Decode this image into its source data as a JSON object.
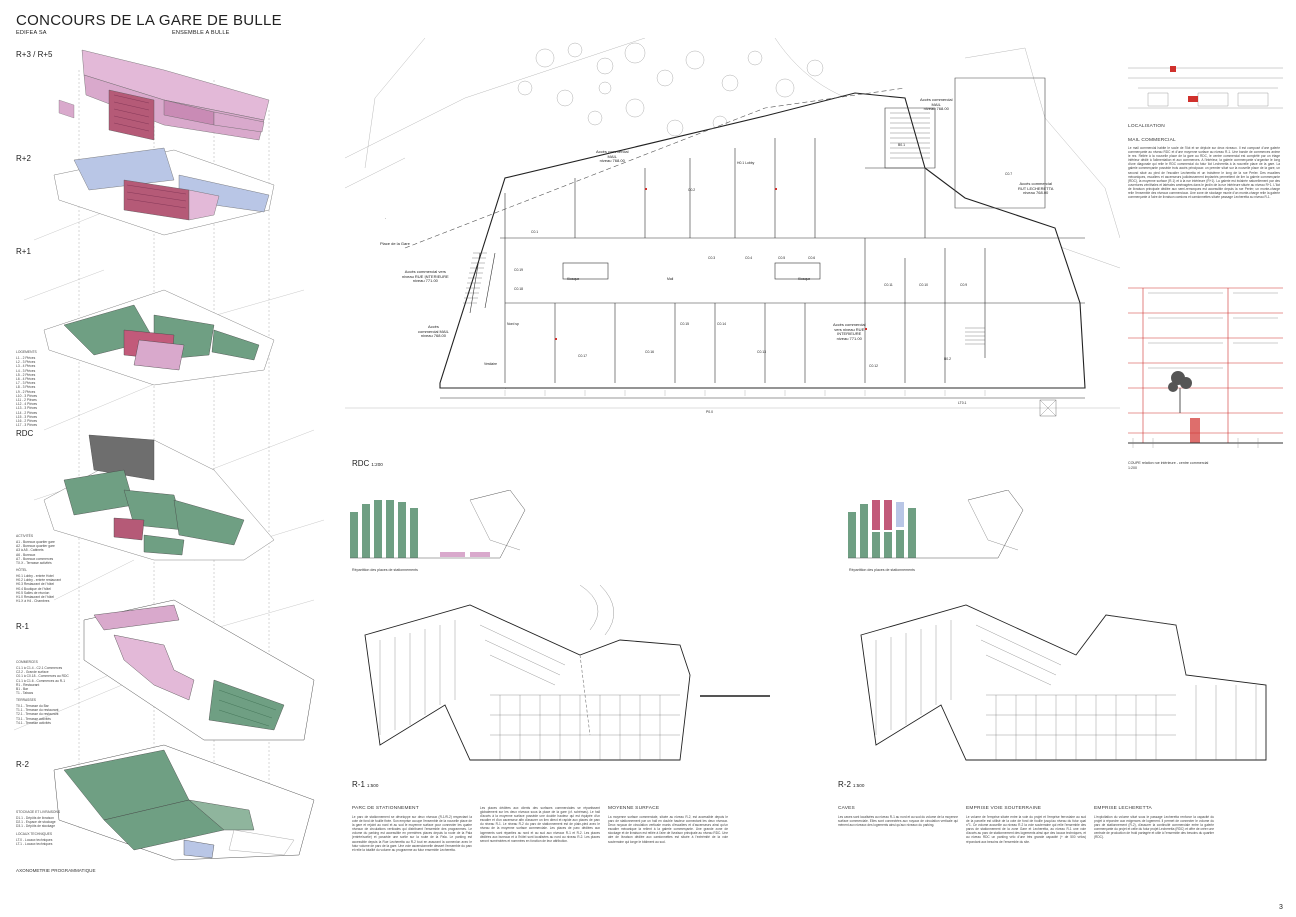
{
  "header": {
    "title": "CONCOURS DE LA GARE DE BULLE",
    "client": "EDIFEA SA",
    "project": "ENSEMBLE A BULLE"
  },
  "axo": {
    "levels": [
      "R+3 / R+5",
      "R+2",
      "R+1",
      "RDC",
      "R-1",
      "R-2"
    ],
    "caption": "AXONOMETRIE PROGRAMMATIQUE",
    "legend_logements_title": "LOGEMENTS",
    "legend_logements": "L1 - 2 Pièces\nL2 - 3 Pièces\nL3 - 4 Pièces\nL4 - 3 Pièces\nL5 - 2 Pièces\nL6 - 4 Pièces\nL7 - 3 Pièces\nL8 - 3 Pièces\nL9 - 2 Pièces\nL10 - 3 Pièces\nL11 - 2 Pièces\nL12 - 4 Pièces\nL13 - 3 Pièces\nL14 - 2 Pièces\nL15 - 3 Pièces\nL16 - 2 Pièces\nL17 - 3 Pièces",
    "legend_activites_title": "ACTIVITÉS",
    "legend_activites": "A1 - Bureaux quartier gare\nA2 - Bureaux quartier gare\nA3 à A5 - Cabinets\nA6 - Bureaux\nA7 - Bureaux commerces\nTX.X - Terrasse activités",
    "legend_hotel_title": "HÔTEL",
    "legend_hotel": "H0.1 Lobby - entrée Hotel\nH0.2 Lobby - entrée restaurant\nH0.3 Restaurant de l'hôtel\nH0.4 Boutique de l'hôtel\nH0.5 Salles de réunion\nH1.0 Restaurant de l'hôtel\nH1.X à H4 - Chambres",
    "legend_commerces_title": "COMMERCES",
    "legend_commerces": "C1.1 à C1.4 - C2.1 Commerces\nC2.2 - Grande surface\nC0.1 à C0.18 - Commerces au RDC\nC1.1 à C1.6 - Commerces au R-1\nR1 - Restaurant\nB1 - Bar\nT1 - Tabacs",
    "legend_terrasses_title": "TERRASSES",
    "legend_terrasses": "T0.1 - Terrasse du Bar\nT1.1 - Terrasse du restaurant\nT2.1 - Terrasse du restaurant\nT3.1 - Terrasse activités\nT4.1 - Terrasse activités",
    "legend_stock_title": "STOCKAGE ET LIVRAISONS",
    "legend_stock": "D1.1 - Dépôts de livraison\nD2.1 - Espace de stockage\nD3.1 - Dépôts de stockage",
    "legend_tech_title": "LOCAUX TECHNIQUES",
    "legend_tech": "LT.0 - Locaux techniques\nLT.1 - Locaux techniques"
  },
  "rdc_plan": {
    "label": "RDC",
    "scale": "1:200",
    "annotations": {
      "access_mail_top": "Accès commercial\nMAIL\nniveau 768.00",
      "access_mail_right": "Accès commercial\nMAIL\nniveau 768.00",
      "access_r1_left": "Accès commercial vers\nniveau RUE INTERIEURE\nniveau 771.00",
      "access_mail_left": "Accès\ncommercial MAIL\nniveau 768.00",
      "access_r1_right": "Accès commercial\nvers niveau RUE\nINTERIEURE\nniveau 771.00",
      "access_lecheretta": "Accès commercial\nRUT LECHERETTA\nniveau 768.00",
      "place": "Place de la Gare"
    },
    "rooms": [
      "C0.1",
      "C0.2",
      "C0.3",
      "C0.4",
      "C0.5",
      "C0.6",
      "C0.7",
      "C0.8",
      "C0.9",
      "C0.10",
      "C0.11",
      "C0.12",
      "C0.13",
      "C0.14",
      "C0.15",
      "C0.16",
      "C0.17",
      "C0.18",
      "C0.19",
      "Kiosque",
      "Mail",
      "Kiosque",
      "H0.1 Lobby",
      "B0.1",
      "B0.2",
      "P0.0",
      "LT0.1",
      "Vestiaire",
      "Nord sp"
    ]
  },
  "sidebar": {
    "localisation": "LOCALISATION",
    "mail_head": "MAIL COMMERCIAL",
    "mail_text": "Le mail commercial habite le socle de l'îlot et se déploie sur deux niveaux. Il est composé d'une galerie commerçante au niveau RDC et d'une moyenne surface au niveau R-1. Une bande de commerces anime le rez. Reliée à la nouvelle place de la gare au RDC, le centre commercial est complété par un étage inférieur dédié à l'alimentation et aux commerces. A l'intérieur, la galerie commerçante s'organise le long d'une diagonale qui relie le RDC commercial du futur îlot Lecheretta à la nouvelle place de la gare. La galerie commerçante possède trois accès principaux: un premier situé sur la nouvelle place de la gare, un second situé au pied de l'escalier Lecheretta et un troisième le long de la rue Perler. Des escaliers mécaniques, escaliers et ascenseurs judicieusement implantés permettent de lier la galerie commerçante (RDC), la moyenne surface (R-1) et à la rue intérieure (R+1). La galerie est éclairée naturellement par des ouvertures zénithales et latérales aménagées dans le jardin de la rue intérieure située au niveau R+1. L'îlot de livraison principale dédiée aux semi-remorques est accessible depuis la rue Perler; un monte-charge relie l'ensemble des niveaux commerciaux. Une zone de stockage munie d'un monte-charge relie la galerie commerçante à l'aire de livraison camions et camionnettes située passage Lecheretta au niveau R-1.",
    "coupe_caption": "COUPE relation rue intérieure - centre commercial",
    "coupe_scale": "1:200"
  },
  "parking": {
    "rep_caption_left": "Répartition des places de stationnements",
    "rep_caption_right": "Répartition des places de stationnements",
    "r1_label": "R-1",
    "r1_scale": "1:500",
    "r2_label": "R-2",
    "r2_scale": "1:500"
  },
  "texts": {
    "parc_head": "PARC DE STATIONNEMENT",
    "parc_text": "Le parc de stationnement se développe sur deux niveaux (R-1/R-2) respectant la cote de fond de fouille fixée. Son emprise occupe l'ensemble de la nouvelle place de la gare et rejoint au nord et au sud le moyenne surface pour connecter les quatre niveaux de circulations verticales qui distribuent l'ensemble des programmes. Le volume du parking est accessible en premières places depuis la route de la Pala (entrée/sortie) et possède une sortie sur la route de la Pala. Le parking est accessible depuis la Rue Lecheretta au R-2 tout en assurant la connexion avec le futur volume de parc de la gare. Une voie ascensionnelle dessert l'ensemble du parc et relie la totalité du volume au programme au futur ensemble Lecheretta.",
    "parc_text2": "Les places dédiées aux clients des surfaces commerciales se répartissent globalement sur les deux niveaux sous la place de la gare (cf. schémas). Le hall d'accès à la moyenne surface possède une double hauteur qui est équipée d'un escalier et d'un ascenseur afin d'assurer un lien direct et rapide aux places de parc du niveau R-1. Le niveau R-2 du parc de stationnement est de plain-pied avec le niveau de la moyenne surface commerciale. Les places de parc dédiées aux logements sont réparties au nord et au sud aux niveaux R-1 et R-2. Les places dédiées aux bureaux et à l'hôtel sont localisées au nord au niveau R-2. Les places seront numérotées et nommées en fonction de leur attribution.",
    "moy_head": "MOYENNE SURFACE",
    "moy_text": "La moyenne surface commerciale, située au niveau R-2, est accessible depuis le parc de stationnement par un hall en double hauteur connectant les deux niveaux. Deux noyaux de circulation verticale munis d'escaliers et d'ascenseurs ainsi qu'un escalier mécanique la relient à la galerie commerçante. Une grande zone de stockage et de livraison est reliée à l'aire de livraison principale au niveau RDC. Une aire de livraison dédiée aux camionnettes est située à l'extrémité de la voie souterraine qui longe le bâtiment au sud.",
    "caves_head": "CAVES",
    "caves_text": "Les caves sont localisées au niveau R-1 au nord et au sud du volume de la moyenne surface commerciale. Elles sont connectées aux noyaux de circulation verticale qui mènent aux niveaux des logements ainsi qu'aux niveaux du parking.",
    "emprise_head": "EMPRISE VOIE SOUTERRAINE",
    "emprise_text": "Le volume de l'emprise située entre la voie du projet et l'emprise ferroviaire au sud de la parcelle est utilisé de la cote de fond de fouille jusqu'au niveau du futur quai n°1. Ce volume accueille au niveau R-2 la voie souterraine qui relie l'ensemble des parcs de stationnement de la zone Gare et Lecheretta, au niveau R-1 une voie d'accès au parc de stationnement des logements ainsi que des locaux techniques, et au niveau RDC un parking vélo d'une très grande capacité (+ de 500 vélos) répondant aux besoins de l'ensemble du site.",
    "lech_head": "EMPRISE LECHERETTA",
    "lech_text": "L'exploitation du volume situé sous le passage Lecheretta renforce la capacité du projet à répondre aux exigences de logement. Il permet de connecter le volume du parc de stationnement (R-2), d'assurer la continuité commerciale entre la galerie commerçante du projet et celle du futur projet Lecheretta (RDC) et offre de créer une centrale de production de froid partagée et utile à l'ensemble des besoins du quartier (RDC)."
  },
  "page_number": "3",
  "colors": {
    "housing_pink": "#d9a9cc",
    "housing_dark": "#b55a77",
    "office_blue": "#b9c6e6",
    "commerce_green": "#6f9f83",
    "hotel_grey": "#7a7a7a",
    "accent_red": "#d0312d"
  }
}
